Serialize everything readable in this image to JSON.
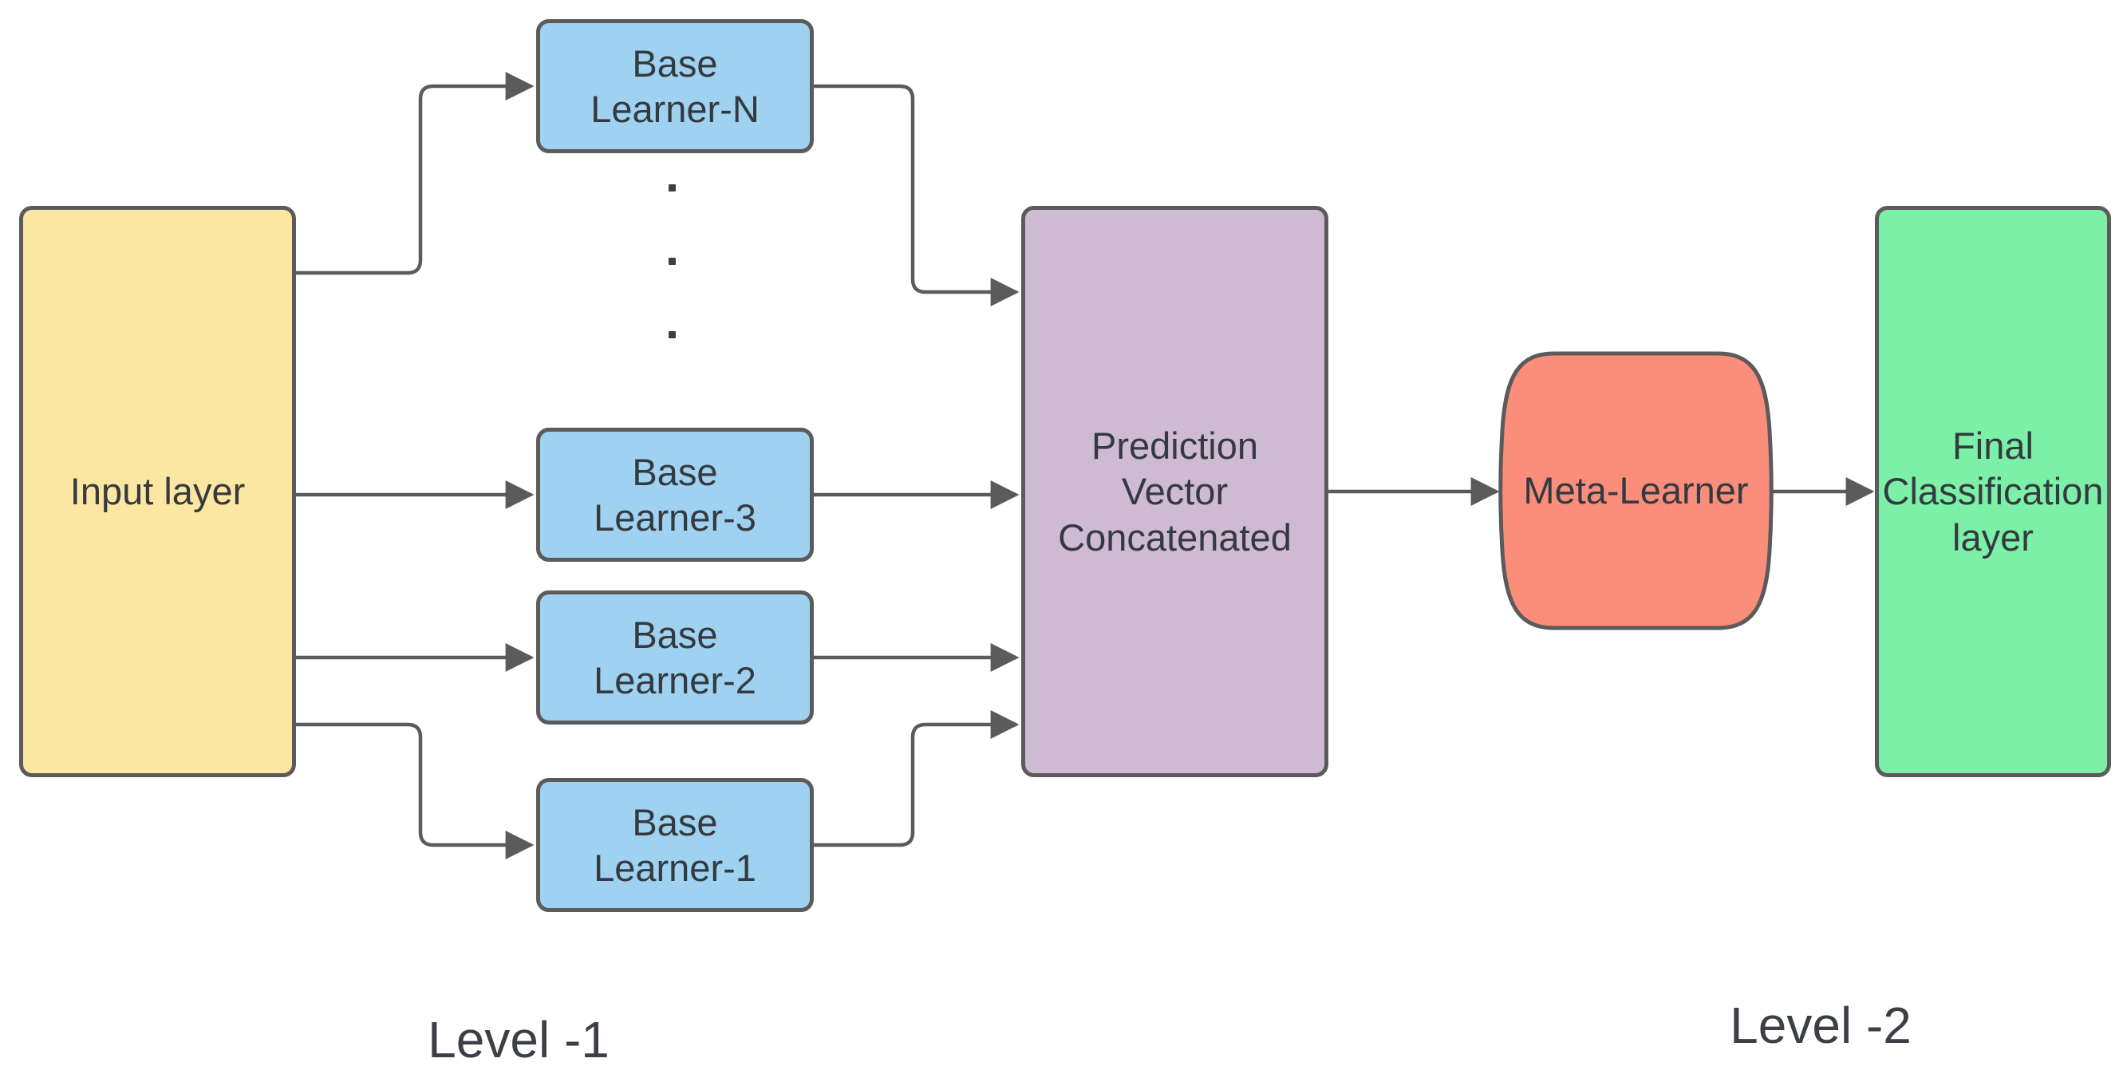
{
  "diagram": {
    "nodes": {
      "input": {
        "label": "Input layer",
        "fill": "#FBE7A2"
      },
      "base_n": {
        "label": "Base\nLearner-N",
        "fill": "#9FD2F0"
      },
      "base_3": {
        "label": "Base\nLearner-3",
        "fill": "#9FD2F0"
      },
      "base_2": {
        "label": "Base\nLearner-2",
        "fill": "#9FD2F0"
      },
      "base_1": {
        "label": "Base\nLearner-1",
        "fill": "#9FD2F0"
      },
      "prediction": {
        "label": "Prediction\nVector\nConcatenated",
        "fill": "#CFBAD4"
      },
      "meta": {
        "label": "Meta-Learner",
        "fill": "#FB8D7B"
      },
      "final": {
        "label": "Final\nClassification\nlayer",
        "fill": "#7DF0A8"
      }
    },
    "level_labels": {
      "level1": "Level -1",
      "level2": "Level -2"
    },
    "colors": {
      "connector_stroke": "#5B5B5B",
      "node_border": "#5B5B5B",
      "label_text": "#343A3F",
      "background": "#FFFFFF"
    }
  }
}
